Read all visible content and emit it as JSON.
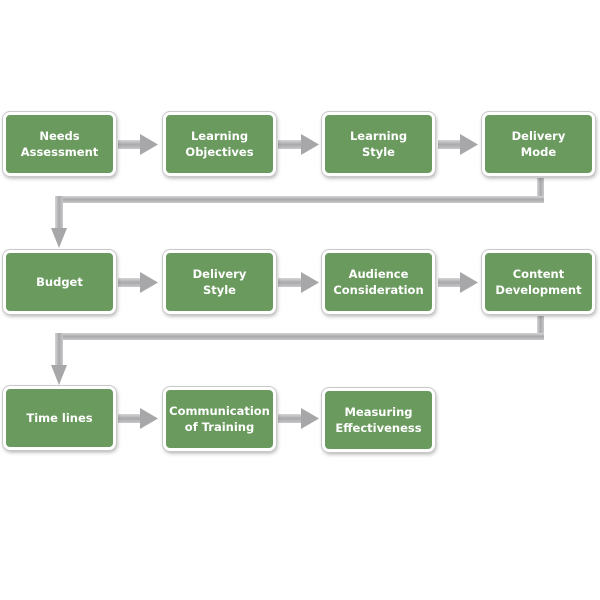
{
  "diagram": {
    "title": "Training development process flow",
    "colors": {
      "box": "#6a9a5e",
      "box_border": "#ffffff",
      "text": "#ffffff",
      "connector": "#b9b9bb"
    },
    "steps": [
      {
        "id": "needs-assessment",
        "label": "Needs\nAssessment"
      },
      {
        "id": "learning-objectives",
        "label": "Learning\nObjectives"
      },
      {
        "id": "learning-style",
        "label": "Learning\nStyle"
      },
      {
        "id": "delivery-mode",
        "label": "Delivery\nMode"
      },
      {
        "id": "budget",
        "label": "Budget"
      },
      {
        "id": "delivery-style",
        "label": "Delivery\nStyle"
      },
      {
        "id": "audience-consideration",
        "label": "Audience\nConsideration"
      },
      {
        "id": "content-development",
        "label": "Content\nDevelopment"
      },
      {
        "id": "time-lines",
        "label": "Time lines"
      },
      {
        "id": "communication-of-training",
        "label": "Communication\nof Training"
      },
      {
        "id": "measuring-effectiveness",
        "label": "Measuring\nEffectiveness"
      }
    ],
    "edges": [
      [
        "needs-assessment",
        "learning-objectives"
      ],
      [
        "learning-objectives",
        "learning-style"
      ],
      [
        "learning-style",
        "delivery-mode"
      ],
      [
        "delivery-mode",
        "budget"
      ],
      [
        "budget",
        "delivery-style"
      ],
      [
        "delivery-style",
        "audience-consideration"
      ],
      [
        "audience-consideration",
        "content-development"
      ],
      [
        "content-development",
        "time-lines"
      ],
      [
        "time-lines",
        "communication-of-training"
      ],
      [
        "communication-of-training",
        "measuring-effectiveness"
      ]
    ]
  }
}
